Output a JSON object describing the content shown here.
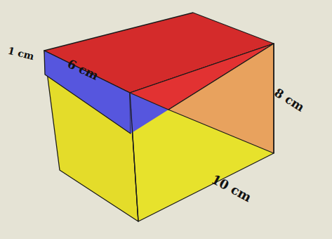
{
  "diagram": {
    "labels": [
      "1 cm",
      "6 cm",
      "8 cm",
      "10 cm"
    ]
  }
}
